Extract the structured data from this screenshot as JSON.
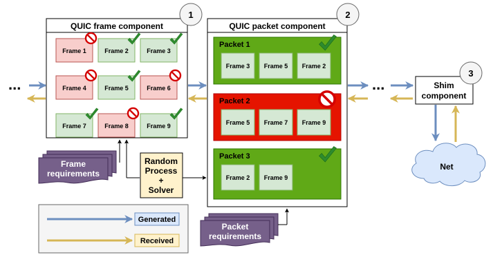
{
  "frame_component": {
    "title": "QUIC frame component",
    "badge": "1",
    "frames": [
      {
        "label": "Frame 1",
        "status": "rejected"
      },
      {
        "label": "Frame 2",
        "status": "accepted"
      },
      {
        "label": "Frame 3",
        "status": "accepted"
      },
      {
        "label": "Frame 4",
        "status": "rejected"
      },
      {
        "label": "Frame 5",
        "status": "accepted"
      },
      {
        "label": "Frame 6",
        "status": "rejected"
      },
      {
        "label": "Frame 7",
        "status": "accepted"
      },
      {
        "label": "Frame 8",
        "status": "rejected"
      },
      {
        "label": "Frame 9",
        "status": "accepted"
      }
    ]
  },
  "packet_component": {
    "title": "QUIC packet component",
    "badge": "2",
    "packets": [
      {
        "label": "Packet 1",
        "status": "accepted",
        "frames": [
          "Frame 3",
          "Frame 5",
          "Frame 2"
        ]
      },
      {
        "label": "Packet 2",
        "status": "rejected",
        "frames": [
          "Frame 5",
          "Frame 7",
          "Frame 9"
        ]
      },
      {
        "label": "Packet 3",
        "status": "accepted",
        "frames": [
          "Frame 2",
          "Frame 9"
        ]
      }
    ]
  },
  "shim": {
    "label_line1": "Shim",
    "label_line2": "component",
    "badge": "3"
  },
  "net": {
    "label": "Net"
  },
  "frame_requirements": {
    "line1": "Frame",
    "line2": "requirements"
  },
  "packet_requirements": {
    "line1": "Packet",
    "line2": "requirements"
  },
  "solver": {
    "line1": "Random",
    "line2": "Process",
    "line3": "+",
    "line4": "Solver"
  },
  "ellipsis_left": "...",
  "ellipsis_right": "...",
  "legend": {
    "generated": "Generated",
    "received": "Received"
  },
  "colors": {
    "generated_arrow": "#6c8ebf",
    "received_arrow": "#d6b656",
    "frame_accepted_fill": "#d5e8d4",
    "frame_rejected_fill": "#f8cecc",
    "packet_accepted_fill": "#60a917",
    "packet_rejected_fill": "#e51400",
    "requirements_fill": "#76608a",
    "net_fill": "#dae8fc"
  }
}
